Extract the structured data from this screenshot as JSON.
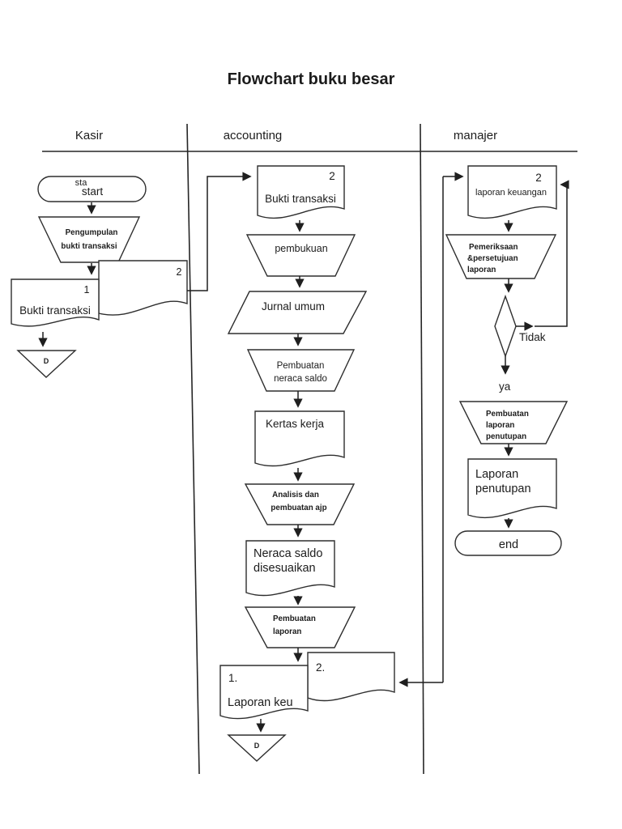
{
  "title": "Flowchart buku besar",
  "lanes": {
    "kasir": "Kasir",
    "accounting": "accounting",
    "manajer": "manajer"
  },
  "kasir": {
    "start_overlay": "sta",
    "start": "start",
    "pengumpulan": [
      "Pengumpulan",
      "bukti transaksi"
    ],
    "doc2_copy": "2",
    "doc1_copy": "1",
    "doc1_label": "Bukti transaksi",
    "archive": "D"
  },
  "accounting": {
    "bukti_copy": "2",
    "bukti_label": "Bukti transaksi",
    "pembukuan": "pembukuan",
    "jurnal": "Jurnal umum",
    "neraca": [
      "Pembuatan",
      "neraca saldo"
    ],
    "kertas": "Kertas kerja",
    "analisis": [
      "Analisis dan",
      "pembuatan ajp"
    ],
    "nsd": [
      "Neraca saldo",
      "disesuaikan"
    ],
    "pembuatan_laporan": [
      "Pembuatan",
      "laporan"
    ],
    "doc2_copy": "2.",
    "doc1_copy": "1.",
    "doc1_label": "Laporan keu",
    "archive": "D"
  },
  "manajer": {
    "lapkeu_copy": "2",
    "lapkeu_label": "laporan keuangan",
    "pemeriksaan": [
      "Pemeriksaan",
      "&persetujuan",
      "laporan"
    ],
    "decision_no": "Tidak",
    "decision_yes": "ya",
    "pembuatan_penutupan": [
      "Pembuatan",
      "laporan",
      "penutupan"
    ],
    "lap_penutupan": [
      "Laporan",
      "penutupan"
    ],
    "end": "end"
  }
}
